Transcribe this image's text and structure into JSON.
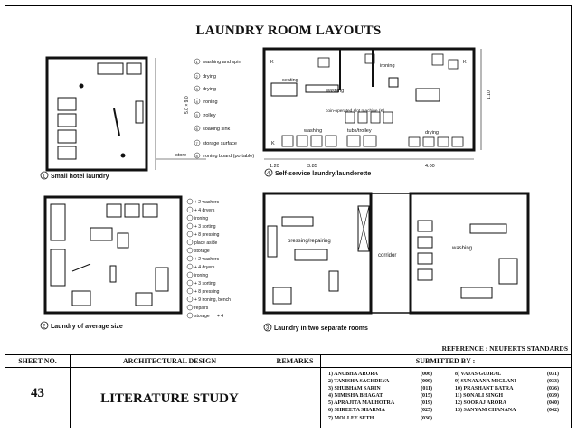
{
  "title": "LAUNDRY ROOM LAYOUTS",
  "plans": {
    "p1": {
      "caption": "Small hotel laundry",
      "number": "1",
      "legend": [
        "washing and spin",
        "drying",
        "drying",
        "ironing",
        "trolley",
        "soaking sink",
        "storage surface",
        "ironing board (portable)"
      ],
      "legend_nums": [
        "1",
        "2",
        "3",
        "4",
        "5",
        "6",
        "7",
        "8"
      ],
      "store_label": "store",
      "dim": "5.0 × 9.0"
    },
    "p2": {
      "caption": "Laundry of average size",
      "number": "2",
      "legend": [
        "+ 2 washers",
        "+ 4 dryers",
        "ironing",
        "+ 3 sorting",
        "+ 8 pressing",
        "place aside",
        "storage",
        "+ 2 washers",
        "+ 4 dryers",
        "ironing",
        "+ 3 sorting",
        "+ 8 pressing",
        "+ 9 ironing, bench",
        "repairs",
        "storage",
        "+ 4"
      ]
    },
    "p3": {
      "caption": "Laundry in two separate rooms",
      "number": "3",
      "labels": [
        "pressing/repairing",
        "corridor",
        "washing"
      ]
    },
    "p4": {
      "caption": "Self-service laundry/launderette",
      "number": "4",
      "labels": [
        "seating",
        "ironing",
        "washing",
        "coin-operated slot machine (K)",
        "washing",
        "tubs/trolley",
        "drying"
      ],
      "dims": [
        "1.20",
        "3.85",
        "4.00",
        "1.10"
      ],
      "k": "K"
    }
  },
  "reference": "REFERENCE : NEUFERTS STANDARDS",
  "title_block": {
    "sheet_label": "SHEET NO.",
    "design_label": "ARCHITECTURAL DESIGN",
    "remarks_label": "REMARKS",
    "submitted_label": "SUBMITTED BY :",
    "sheet_no": "43",
    "study": "LITERATURE STUDY",
    "names_left": [
      {
        "name": "1)   ANUBHA ARORA",
        "code": "(006)"
      },
      {
        "name": "2)   TANISHA SACHDEVA",
        "code": "(009)"
      },
      {
        "name": "3)   SHUBHAM SARIN",
        "code": "(011)"
      },
      {
        "name": "4)   NIMISHA BHAGAT",
        "code": "(015)"
      },
      {
        "name": "5)   APRAJITA MALHOTRA",
        "code": "(019)"
      },
      {
        "name": "6)   SHREEYA SHARMA",
        "code": "(025)"
      },
      {
        "name": "7)   MOLLEE SETH",
        "code": "(030)"
      }
    ],
    "names_right": [
      {
        "name": "8)    VAJAS GUJRAL",
        "code": "(031)"
      },
      {
        "name": "9)    SUNAYANA MIGLANI",
        "code": "(033)"
      },
      {
        "name": "10) PRASHANT BATRA",
        "code": "(036)"
      },
      {
        "name": "11) SONALI SINGH",
        "code": "(039)"
      },
      {
        "name": "12) SOORAJ ARORA",
        "code": "(040)"
      },
      {
        "name": "13) SANYAM CHANANA",
        "code": "(042)"
      }
    ]
  }
}
